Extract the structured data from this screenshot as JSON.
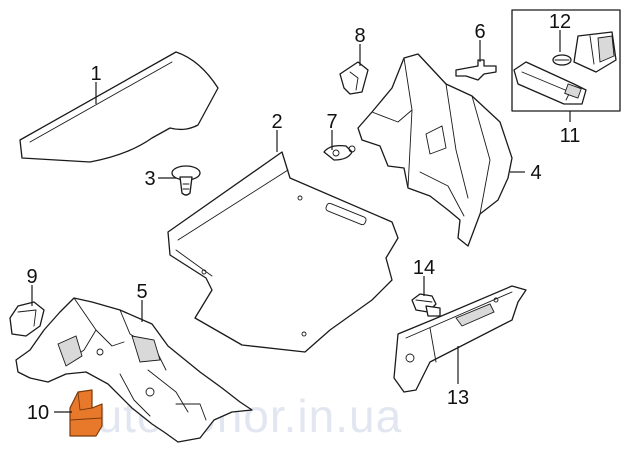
{
  "callouts": [
    {
      "id": "1",
      "label": "1"
    },
    {
      "id": "2",
      "label": "2"
    },
    {
      "id": "3",
      "label": "3"
    },
    {
      "id": "4",
      "label": "4"
    },
    {
      "id": "5",
      "label": "5"
    },
    {
      "id": "6",
      "label": "6"
    },
    {
      "id": "7",
      "label": "7"
    },
    {
      "id": "8",
      "label": "8"
    },
    {
      "id": "9",
      "label": "9"
    },
    {
      "id": "10",
      "label": "10"
    },
    {
      "id": "11",
      "label": "11"
    },
    {
      "id": "12",
      "label": "12"
    },
    {
      "id": "13",
      "label": "13"
    },
    {
      "id": "14",
      "label": "14"
    }
  ],
  "watermark": "autodonor.in.ua",
  "colors": {
    "line": "#1a1a1a",
    "highlight": "#e8792b",
    "watermark": "#1e3a8a"
  }
}
